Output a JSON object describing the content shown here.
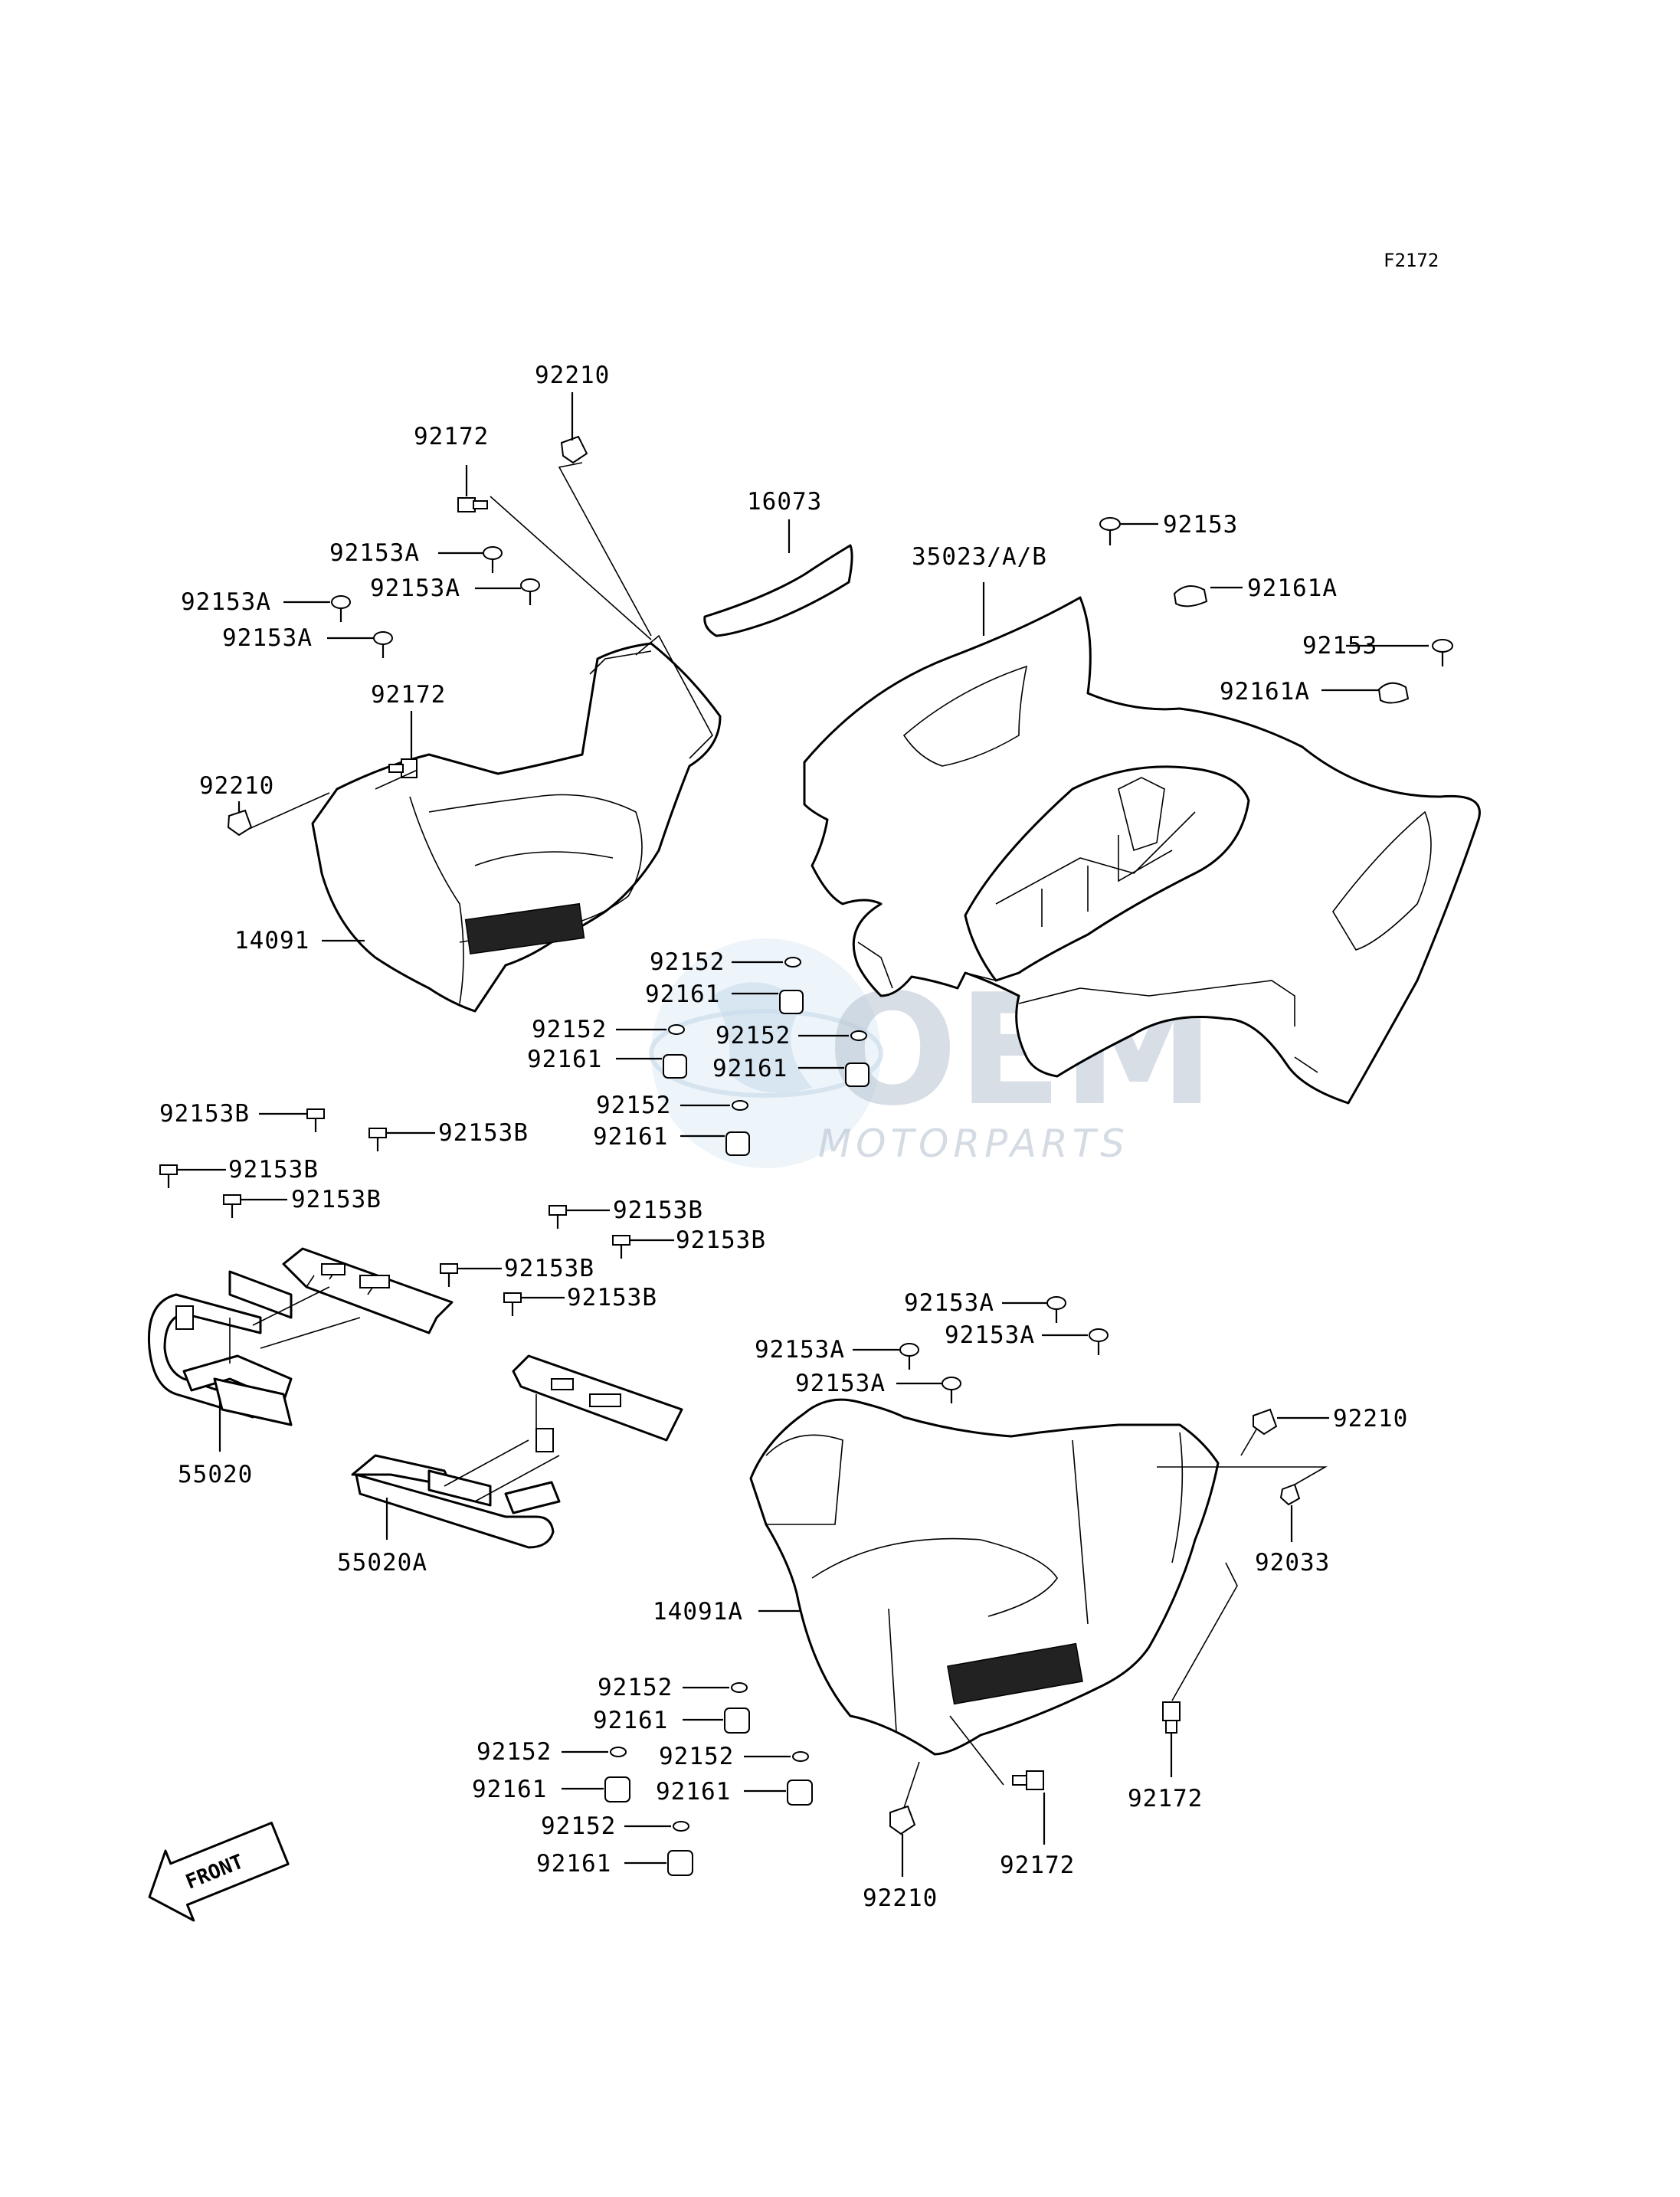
{
  "diagram_code": "F2172",
  "watermark": {
    "brand": "OEM",
    "subtitle": "MOTORPARTS"
  },
  "front_indicator": "FRONT",
  "labels": {
    "l_92210_top": "92210",
    "l_92172_top": "92172",
    "l_16073": "16073",
    "l_35023": "35023/A/B",
    "l_92153_r1": "92153",
    "l_92161A_r1": "92161A",
    "l_92153_r2": "92153",
    "l_92161A_r2": "92161A",
    "l_92153A_1": "92153A",
    "l_92153A_2": "92153A",
    "l_92153A_3": "92153A",
    "l_92153A_4": "92153A",
    "l_92172_mid": "92172",
    "l_92210_left": "92210",
    "l_14091": "14091",
    "l_92152_a": "92152",
    "l_92161_a": "92161",
    "l_92152_b": "92152",
    "l_92161_b": "92161",
    "l_92152_c": "92152",
    "l_92161_c": "92161",
    "l_92152_d": "92152",
    "l_92161_d": "92161",
    "l_92153B_1": "92153B",
    "l_92153B_2": "92153B",
    "l_92153B_3": "92153B",
    "l_92153B_4": "92153B",
    "l_92153B_5": "92153B",
    "l_92153B_6": "92153B",
    "l_92153B_7": "92153B",
    "l_92153B_8": "92153B",
    "l_55020": "55020",
    "l_55020A": "55020A",
    "l_92153A_5": "92153A",
    "l_92153A_6": "92153A",
    "l_92153A_7": "92153A",
    "l_92153A_8": "92153A",
    "l_92210_right": "92210",
    "l_92033": "92033",
    "l_14091A": "14091A",
    "l_92152_e": "92152",
    "l_92161_e": "92161",
    "l_92152_f": "92152",
    "l_92161_f": "92161",
    "l_92152_g": "92152",
    "l_92161_g": "92161",
    "l_92152_h": "92152",
    "l_92161_h": "92161",
    "l_92172_r1": "92172",
    "l_92172_r2": "92172",
    "l_92210_bottom": "92210"
  }
}
